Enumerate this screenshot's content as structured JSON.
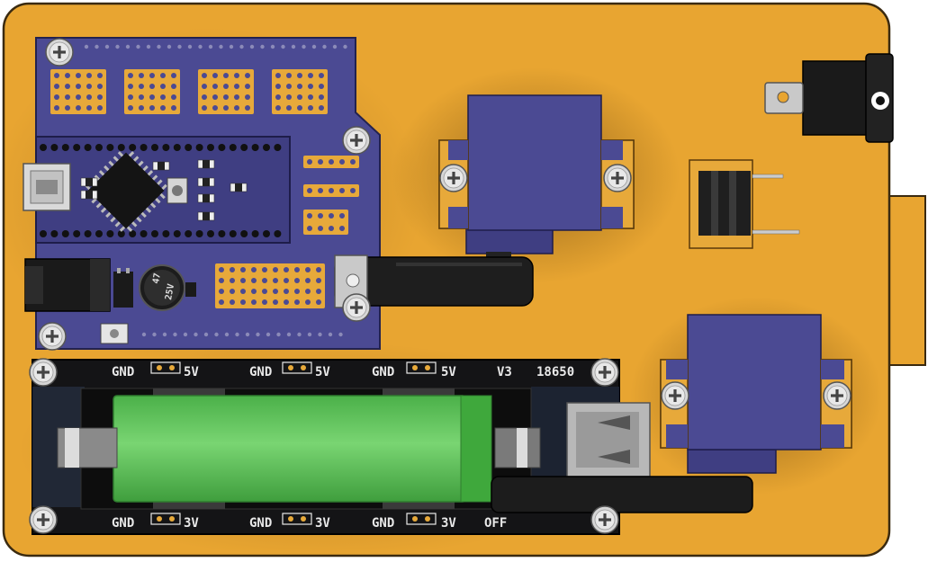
{
  "colors": {
    "enclosure": "#E8A531",
    "enclosure_edge": "#3a2a10",
    "pcb_purple": "#4B4A93",
    "pad_gold": "#E7A93A",
    "black_board": "#141416",
    "battery_green": "#5DC25A",
    "servo_blue": "#4B4A93",
    "metal": "#b8b8b8"
  },
  "labels": {
    "top_gnd_a": "GND",
    "top_5v_a": "5V",
    "top_gnd_b": "GND",
    "top_5v_b": "5V",
    "top_gnd_c": "GND",
    "top_5v_c": "5V",
    "top_v3": "V3",
    "top_18650": "18650",
    "bot_gnd_a": "GND",
    "bot_3v_a": "3V",
    "bot_gnd_b": "GND",
    "bot_3v_b": "3V",
    "bot_gnd_c": "GND",
    "bot_3v_c": "3V",
    "bot_off": "OFF",
    "cap_line1": "47",
    "cap_line2": "25V"
  },
  "icons": {
    "screw": "phillips-screw-icon"
  }
}
